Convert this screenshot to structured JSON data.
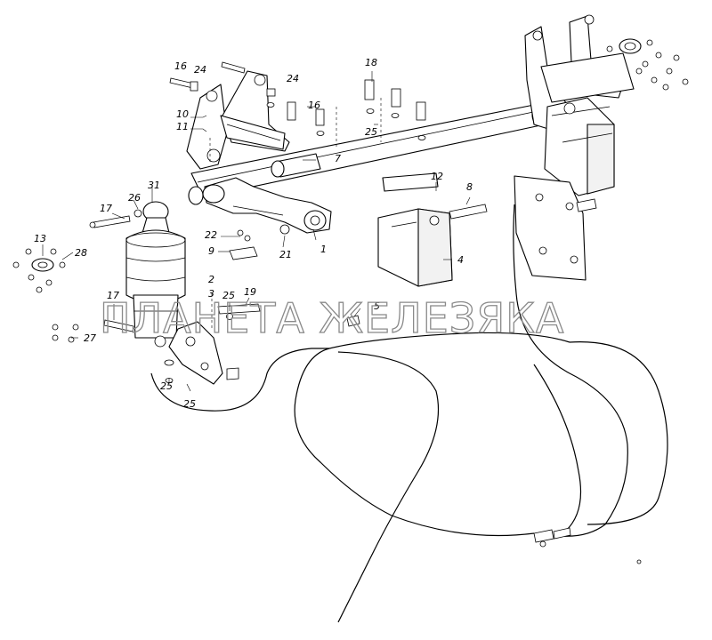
{
  "watermark": "ПЛАНЕТА ЖЕЛЕЗЯКА",
  "callouts": {
    "c1": "1",
    "c2": "2",
    "c3": "3",
    "c4": "4",
    "c5": "5",
    "c7": "7",
    "c8": "8",
    "c9": "9",
    "c10": "10",
    "c11": "11",
    "c12": "12",
    "c13": "13",
    "c16a": "16",
    "c16b": "16",
    "c17a": "17",
    "c17b": "17",
    "c18": "18",
    "c19": "19",
    "c21": "21",
    "c22": "22",
    "c24a": "24",
    "c24b": "24",
    "c25a": "25",
    "c25b": "25",
    "c25c": "25",
    "c25d": "25",
    "c26": "26",
    "c27": "27",
    "c28": "28",
    "c31": "31"
  }
}
